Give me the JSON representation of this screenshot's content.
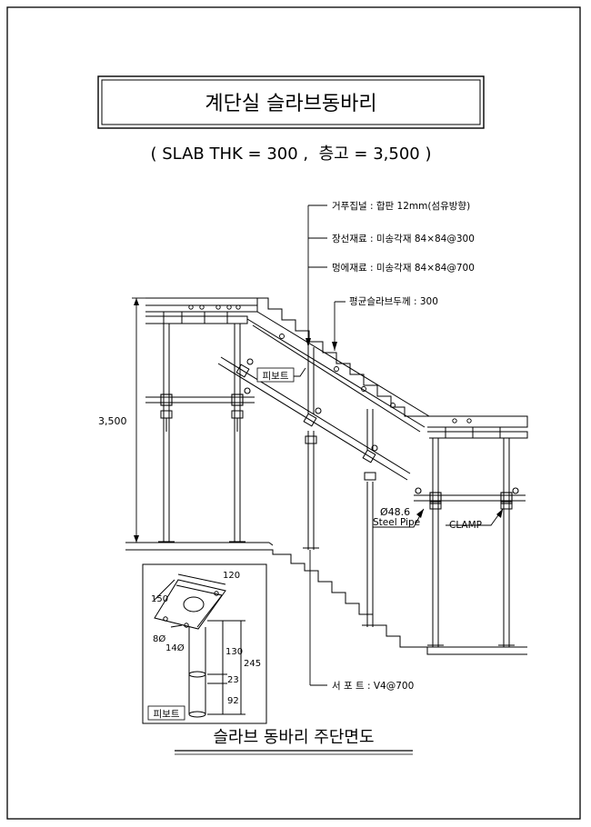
{
  "title": "계단실 슬라브동바리",
  "subtitle": "( SLAB THK = 300 ,  층고 = 3,500 )",
  "callouts": {
    "formwork": "거푸집널 : 합판 12mm(섬유방향)",
    "joist": "장선재료 : 미송각재 84×84@300",
    "runner": "멍에재료 : 미송각재 84×84@700",
    "slab_thickness": "평균슬라브두께 : 300",
    "pivot": "피보트",
    "pipe_dia": "Ø48.6",
    "pipe_name": "Steel Pipe",
    "clamp": "CLAMP",
    "support": "서 포 트 : V4@700"
  },
  "dimensions": {
    "floor_height": "3,500"
  },
  "detail": {
    "label": "피보트",
    "width": "120",
    "depth": "150",
    "hole_small": "8Ø",
    "hole_large": "14Ø",
    "dim_130": "130",
    "dim_23": "23",
    "dim_92": "92",
    "dim_245": "245"
  },
  "caption": "슬라브 동바리 주단면도"
}
